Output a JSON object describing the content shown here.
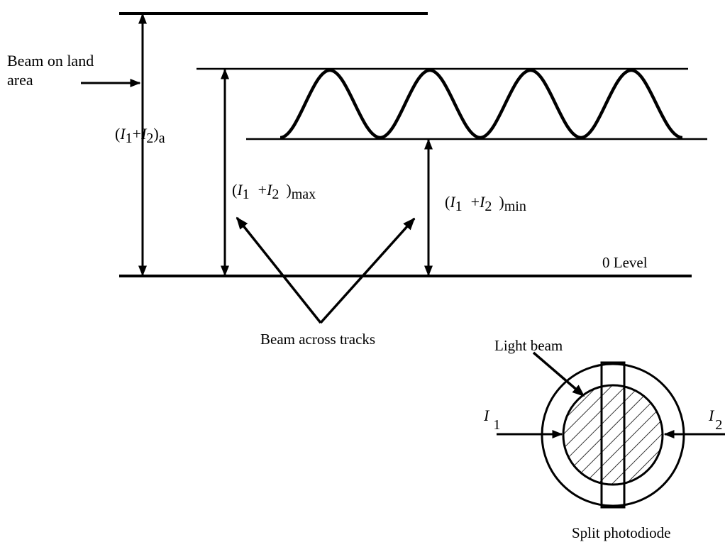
{
  "labels": {
    "beam_on_land_line1": "Beam on land",
    "beam_on_land_line2": "area",
    "sum_a": {
      "open": "(",
      "i1": "I",
      "s1": "1",
      "plus": "+",
      "i2": "I",
      "s2": "2",
      "close": ")",
      "suffix": "a"
    },
    "sum_max": {
      "open": "(",
      "i1": "I",
      "s1": "1",
      "plus": "+",
      "i2": "I",
      "s2": "2",
      "close": ")",
      "suffix": "max"
    },
    "sum_min": {
      "open": "(",
      "i1": "I",
      "s1": "1",
      "plus": "+",
      "i2": "I",
      "s2": "2",
      "close": ")",
      "suffix": "min"
    },
    "zero_level": "0 Level",
    "beam_across_tracks": "Beam across tracks",
    "light_beam": "Light beam",
    "i1": {
      "main": "I",
      "sub": "1"
    },
    "i2": {
      "main": "I",
      "sub": "2"
    },
    "split_photodiode": "Split photodiode"
  },
  "colors": {
    "stroke": "#000000",
    "background": "#ffffff"
  }
}
